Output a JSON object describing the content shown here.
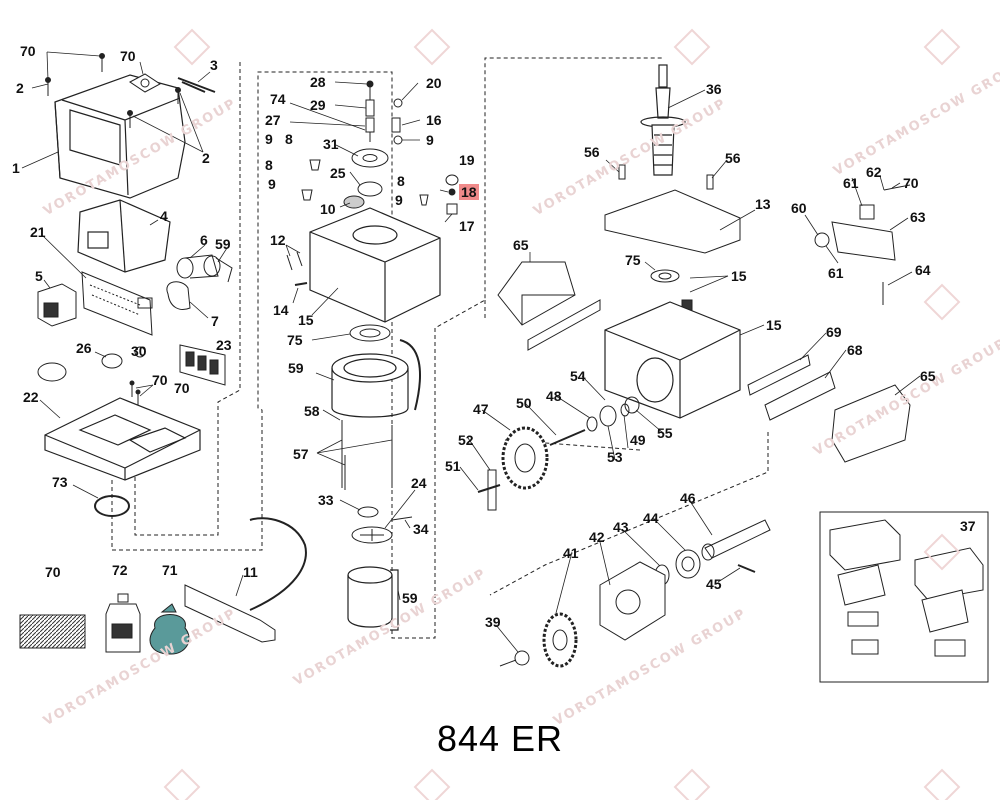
{
  "title": "844 ER",
  "watermark": "VOROTAMOSCOW GROUP",
  "callouts": [
    {
      "id": "70"
    },
    {
      "id": "2"
    },
    {
      "id": "70"
    },
    {
      "id": "3"
    },
    {
      "id": "2"
    },
    {
      "id": "1"
    },
    {
      "id": "4"
    },
    {
      "id": "21"
    },
    {
      "id": "6"
    },
    {
      "id": "59"
    },
    {
      "id": "5"
    },
    {
      "id": "7"
    },
    {
      "id": "26"
    },
    {
      "id": "30"
    },
    {
      "id": "23"
    },
    {
      "id": "70"
    },
    {
      "id": "70"
    },
    {
      "id": "22"
    },
    {
      "id": "73"
    },
    {
      "id": "70"
    },
    {
      "id": "72"
    },
    {
      "id": "71"
    },
    {
      "id": "11"
    },
    {
      "id": "28"
    },
    {
      "id": "20"
    },
    {
      "id": "74"
    },
    {
      "id": "29"
    },
    {
      "id": "16"
    },
    {
      "id": "27"
    },
    {
      "id": "9"
    },
    {
      "id": "8"
    },
    {
      "id": "31"
    },
    {
      "id": "9"
    },
    {
      "id": "8"
    },
    {
      "id": "25"
    },
    {
      "id": "19"
    },
    {
      "id": "9"
    },
    {
      "id": "8"
    },
    {
      "id": "18",
      "highlight": true
    },
    {
      "id": "10"
    },
    {
      "id": "9"
    },
    {
      "id": "17"
    },
    {
      "id": "12"
    },
    {
      "id": "14"
    },
    {
      "id": "15"
    },
    {
      "id": "75"
    },
    {
      "id": "59"
    },
    {
      "id": "58"
    },
    {
      "id": "57"
    },
    {
      "id": "33"
    },
    {
      "id": "24"
    },
    {
      "id": "34"
    },
    {
      "id": "59"
    },
    {
      "id": "36"
    },
    {
      "id": "56"
    },
    {
      "id": "56"
    },
    {
      "id": "13"
    },
    {
      "id": "65"
    },
    {
      "id": "75"
    },
    {
      "id": "15"
    },
    {
      "id": "15"
    },
    {
      "id": "61"
    },
    {
      "id": "62"
    },
    {
      "id": "70"
    },
    {
      "id": "60"
    },
    {
      "id": "63"
    },
    {
      "id": "61"
    },
    {
      "id": "64"
    },
    {
      "id": "69"
    },
    {
      "id": "68"
    },
    {
      "id": "65"
    },
    {
      "id": "54"
    },
    {
      "id": "48"
    },
    {
      "id": "50"
    },
    {
      "id": "47"
    },
    {
      "id": "49"
    },
    {
      "id": "55"
    },
    {
      "id": "53"
    },
    {
      "id": "52"
    },
    {
      "id": "51"
    },
    {
      "id": "46"
    },
    {
      "id": "44"
    },
    {
      "id": "43"
    },
    {
      "id": "42"
    },
    {
      "id": "41"
    },
    {
      "id": "45"
    },
    {
      "id": "39"
    },
    {
      "id": "37"
    }
  ]
}
